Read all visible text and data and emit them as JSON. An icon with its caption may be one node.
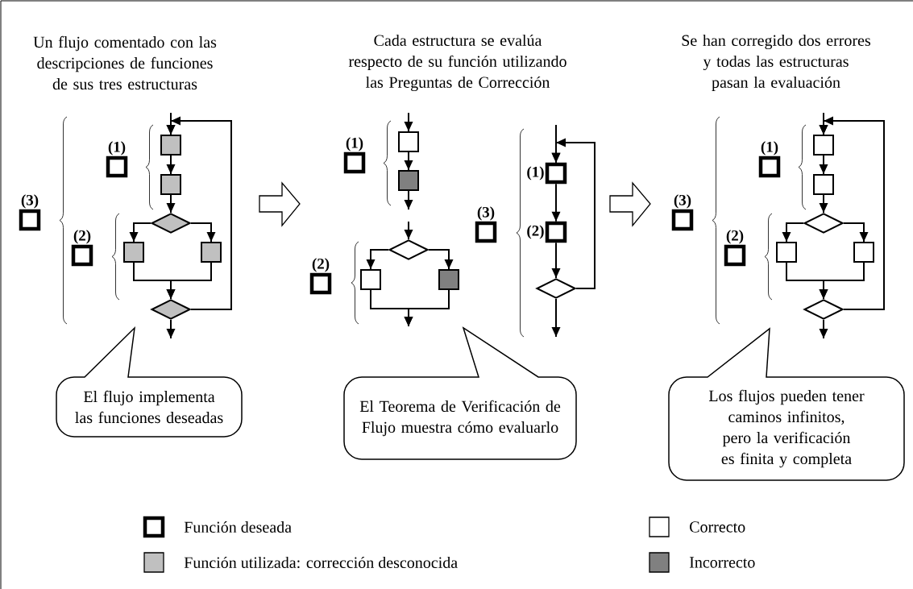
{
  "diagram": {
    "nodes": [
      {
        "text": [
          "(3)"
        ]
      },
      {
        "text": [
          "(1)"
        ]
      },
      {
        "text": [],
        "shape": "box"
      },
      {
        "text": [],
        "shape": "box"
      },
      {
        "text": [
          "(2)"
        ]
      },
      {
        "text": [],
        "shape": "diamond"
      },
      {
        "text": [],
        "shape": "box"
      },
      {
        "text": [],
        "shape": "box"
      },
      {
        "text": [],
        "shape": "diamond"
      },
      {
        "text": [
          "(1)"
        ]
      },
      {
        "text": [],
        "shape": "box"
      },
      {
        "text": [],
        "shape": "box"
      },
      {
        "text": [
          "(2)"
        ]
      },
      {
        "text": [],
        "shape": "diamond"
      },
      {
        "text": [],
        "shape": "box"
      },
      {
        "text": [],
        "shape": "box"
      },
      {
        "text": [
          "(3)"
        ]
      },
      {
        "text": [
          "(1)"
        ]
      },
      {
        "text": [
          "(2)"
        ]
      },
      {
        "text": [],
        "shape": "diamond"
      },
      {
        "text": [
          "(3)"
        ]
      },
      {
        "text": [
          "(1)"
        ]
      },
      {
        "text": [],
        "shape": "box"
      },
      {
        "text": [],
        "shape": "box"
      },
      {
        "text": [
          "(2)"
        ]
      },
      {
        "text": [],
        "shape": "diamond"
      },
      {
        "text": [],
        "shape": "box"
      },
      {
        "text": [],
        "shape": "box"
      },
      {
        "text": [],
        "shape": "diamond"
      },
      {
        "text": [
          "El flujo implementa las funciones deseadas"
        ]
      },
      {
        "text": [
          "El Teorema de Verificación de Flujo muestra cómo evaluarlo"
        ]
      },
      {
        "text": [
          "Los flujos pueden tener caminos infinitos, pero la verificación es finita y completa"
        ]
      }
    ],
    "edges": [
      {
        "from": null,
        "to": 2,
        "arrow": "to"
      },
      {
        "from": 8,
        "to": 2,
        "arrow": "to"
      },
      {
        "from": 2,
        "to": 3,
        "arrow": "to"
      },
      {
        "from": 3,
        "to": 5,
        "arrow": "to"
      },
      {
        "from": 5,
        "to": 6,
        "arrow": "to"
      },
      {
        "from": 5,
        "to": 7,
        "arrow": "to"
      },
      {
        "from": 6,
        "to": 8,
        "arrow": "to"
      },
      {
        "from": 7,
        "to": 8,
        "arrow": "to"
      },
      {
        "from": 8,
        "to": null,
        "arrow": "to"
      },
      {
        "from": null,
        "to": 10,
        "arrow": "to"
      },
      {
        "from": 10,
        "to": 11,
        "arrow": "to"
      },
      {
        "from": 11,
        "to": null,
        "arrow": "to"
      },
      {
        "from": null,
        "to": 13,
        "arrow": "to"
      },
      {
        "from": 13,
        "to": 14,
        "arrow": "to"
      },
      {
        "from": 13,
        "to": 15,
        "arrow": "to"
      },
      {
        "from": 14,
        "to": null,
        "arrow": "to"
      },
      {
        "from": 15,
        "to": null,
        "arrow": "to"
      },
      {
        "from": null,
        "to": 17,
        "arrow": "to"
      },
      {
        "from": 19,
        "to": 17,
        "arrow": "to"
      },
      {
        "from": 17,
        "to": 18,
        "arrow": "to"
      },
      {
        "from": 18,
        "to": 19,
        "arrow": "to"
      },
      {
        "from": 19,
        "to": null,
        "arrow": "to"
      },
      {
        "from": null,
        "to": 22,
        "arrow": "to"
      },
      {
        "from": 28,
        "to": 22,
        "arrow": "to"
      },
      {
        "from": 22,
        "to": 23,
        "arrow": "to"
      },
      {
        "from": 23,
        "to": 25,
        "arrow": "to"
      },
      {
        "from": 25,
        "to": 26,
        "arrow": "to"
      },
      {
        "from": 25,
        "to": 27,
        "arrow": "to"
      },
      {
        "from": 26,
        "to": 28,
        "arrow": "to"
      },
      {
        "from": 27,
        "to": 28,
        "arrow": "to"
      },
      {
        "from": 28,
        "to": null,
        "arrow": "to"
      }
    ],
    "labels": [
      "Un flujo comentado con las descripciones de funciones de sus tres estructuras",
      "Cada estructura se evalúa respecto de su función utilizando las Preguntas de Corrección",
      "Se han corregido dos errores y todas las estructuras pasan la evaluación"
    ],
    "legend": [
      {
        "text": "Función deseada"
      },
      {
        "text": "Correcto"
      },
      {
        "text": "Función utilizada: corrección desconocida",
        "color": "#c0c0c0"
      },
      {
        "text": "Incorrecto",
        "color": "#808080"
      }
    ]
  }
}
